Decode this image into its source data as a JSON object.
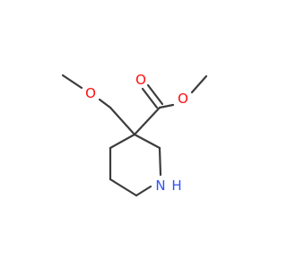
{
  "colors": {
    "background": "#ffffff",
    "bond": "#3c3c3c",
    "oxygen": "#ff0d0d",
    "nitrogen": "#3050f8"
  },
  "molecule": {
    "atoms": {
      "o_ether": "O",
      "o_carbonyl": "O",
      "o_ester": "O",
      "n_ring": "N",
      "h_ring": "H"
    }
  }
}
